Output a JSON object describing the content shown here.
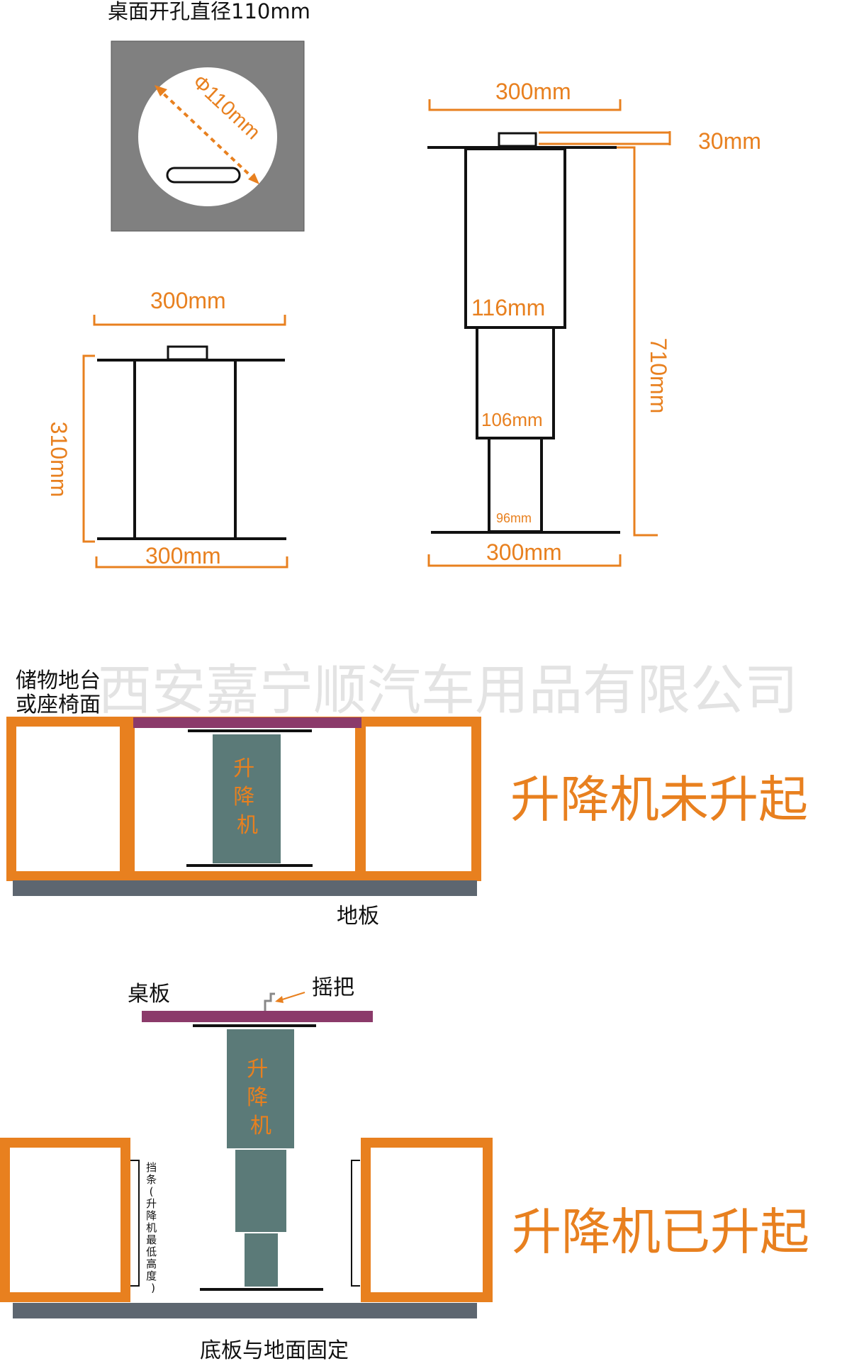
{
  "hole": {
    "title": "桌面开孔直径110mm",
    "diameter_label": "Φ110mm"
  },
  "retracted": {
    "width_top": "300mm",
    "height": "310mm",
    "width_bottom": "300mm"
  },
  "extended": {
    "width_top": "300mm",
    "top_thickness": "30mm",
    "total_height": "710mm",
    "stage1": "116mm",
    "stage2": "106mm",
    "stage3": "96mm",
    "width_bottom": "300mm"
  },
  "watermark": "西安嘉宁顺汽车用品有限公司",
  "scene_down": {
    "storage_label": "储物地台\n或座椅面",
    "lift_label": "升降机",
    "status": "升降机未升起",
    "floor": "地板"
  },
  "scene_up": {
    "table_board": "桌板",
    "crank": "摇把",
    "lift_label": "升降机",
    "stop_bar": "挡条(升降机最低高度)",
    "status": "升降机已升起",
    "base_note": "底板与地面固定"
  },
  "colors": {
    "dimension": "#e8801f",
    "frame": "#e8801f",
    "table_board": "#8b3a6a",
    "lift_body": "#5b7a78",
    "floor": "#5d6670",
    "hole_plate": "#808080"
  }
}
